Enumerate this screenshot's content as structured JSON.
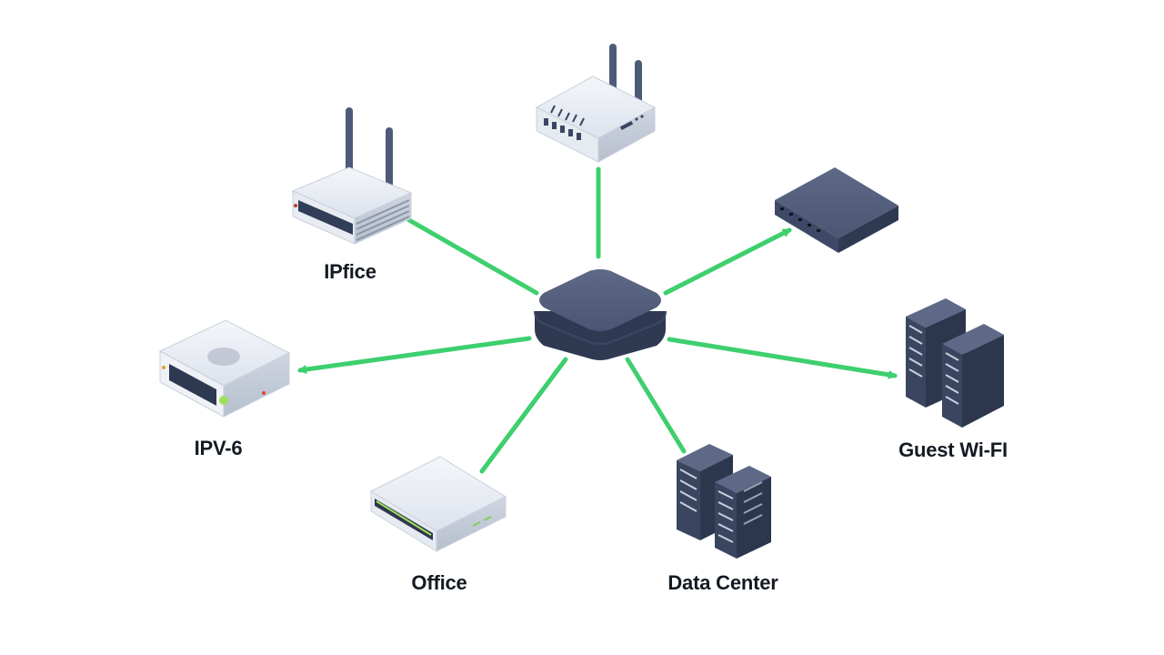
{
  "diagram": {
    "hub": {
      "name": "central-hub",
      "color": "#4a5775"
    },
    "link_color": "#3ecf6e",
    "nodes": [
      {
        "id": "router-left",
        "label": "IPfice",
        "device": "router-icon"
      },
      {
        "id": "router-top",
        "label": "",
        "device": "router-icon"
      },
      {
        "id": "switch-right",
        "label": "",
        "device": "switch-icon"
      },
      {
        "id": "nas-left",
        "label": "IPV-6",
        "device": "nas-icon"
      },
      {
        "id": "servers-right",
        "label": "Guest Wi-FI",
        "device": "server-rack-icon"
      },
      {
        "id": "modem-bottom",
        "label": "Office",
        "device": "modem-icon"
      },
      {
        "id": "servers-bottom",
        "label": "Data Center",
        "device": "server-rack-icon"
      }
    ]
  }
}
